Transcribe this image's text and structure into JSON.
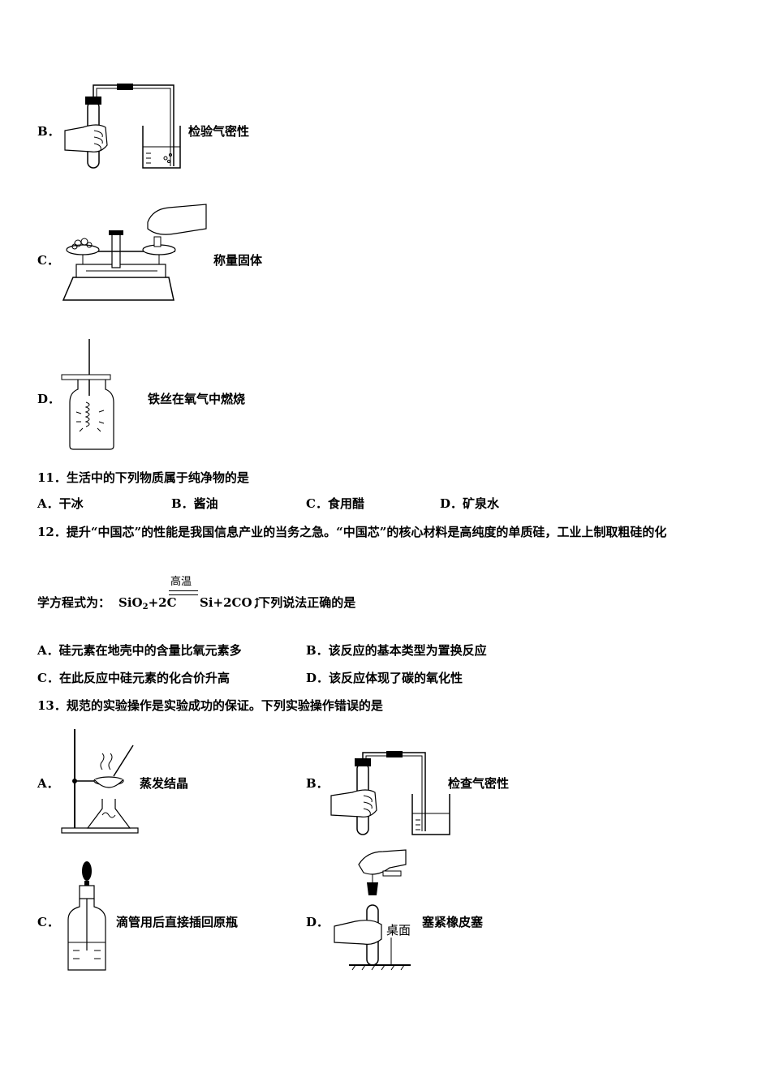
{
  "q10_options": [
    {
      "letter": "B．",
      "caption": "检验气密性",
      "icon": "airtight-check-apparatus"
    },
    {
      "letter": "C．",
      "caption": "称量固体",
      "icon": "balance-scale-weighing"
    },
    {
      "letter": "D．",
      "caption": "铁丝在氧气中燃烧",
      "icon": "iron-wire-burning-bottle"
    }
  ],
  "q11": {
    "stem": "11．生活中的下列物质属于纯净物的是",
    "options": [
      "A．干冰",
      "B．酱油",
      "C．食用醋",
      "D．矿泉水"
    ]
  },
  "q12": {
    "stem_line1": "12．提升“中国芯”的性能是我国信息产业的当务之急。“中国芯”的核心材料是高纯度的单质硅，工业上制取粗硅的化",
    "stem_line2_prefix": "学方程式为：",
    "reactant_a": "SiO",
    "reactant_a_sub": "2",
    "reactant_b": "+2C",
    "condition": "高温",
    "products": "Si+2CO↑",
    "stem_line2_suffix": ",下列说法正确的是",
    "options": [
      "A．硅元素在地壳中的含量比氧元素多",
      "B．该反应的基本类型为置换反应",
      "C．在此反应中硅元素的化合价升高",
      "D．该反应体现了碳的氧化性"
    ]
  },
  "q13": {
    "stem": "13．规范的实验操作是实验成功的保证。下列实验操作错误的是",
    "options": [
      {
        "letter": "A．",
        "caption": "蒸发结晶",
        "icon": "evaporation-apparatus"
      },
      {
        "letter": "B．",
        "caption": "检查气密性",
        "icon": "airtight-check-apparatus"
      },
      {
        "letter": "C．",
        "caption": "滴管用后直接插回原瓶",
        "icon": "dropper-bottle"
      },
      {
        "letter": "D．",
        "caption": "塞紧橡皮塞",
        "icon": "rubber-stopper-insertion",
        "figure_label": "桌面"
      }
    ]
  }
}
